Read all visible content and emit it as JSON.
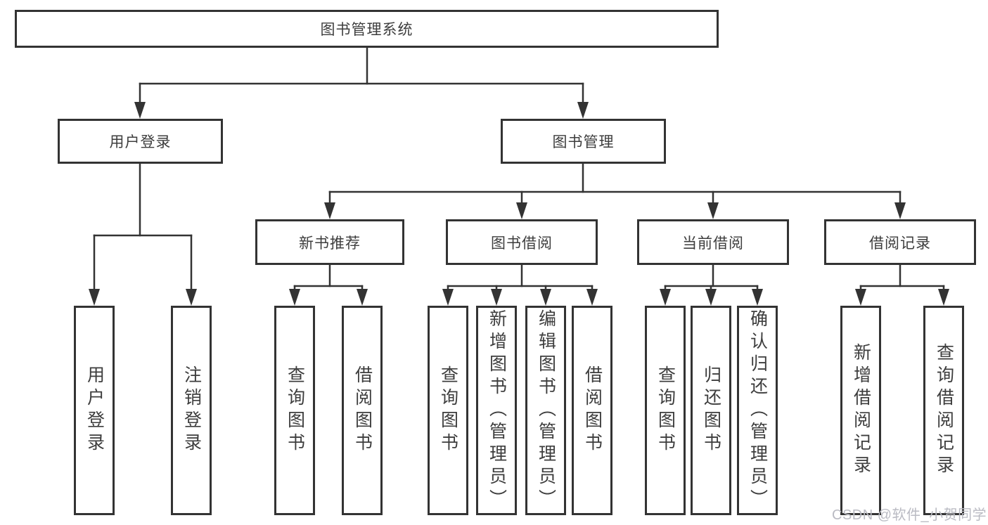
{
  "diagram": {
    "root": {
      "label": "图书管理系统"
    },
    "level2": [
      {
        "label": "用户登录"
      },
      {
        "label": "图书管理"
      }
    ],
    "level3": [
      {
        "label": "新书推荐"
      },
      {
        "label": "图书借阅"
      },
      {
        "label": "当前借阅"
      },
      {
        "label": "借阅记录"
      }
    ],
    "leaves": {
      "user_login": [
        {
          "label": "用户登录"
        },
        {
          "label": "注销登录"
        }
      ],
      "new_book": [
        {
          "label": "查询图书"
        },
        {
          "label": "借阅图书"
        }
      ],
      "book_borrow": [
        {
          "label": "查询图书"
        },
        {
          "label": "新增图书（管理员）"
        },
        {
          "label": "编辑图书（管理员）"
        },
        {
          "label": "借阅图书"
        }
      ],
      "current_borrow": [
        {
          "label": "查询图书"
        },
        {
          "label": "归还图书"
        },
        {
          "label": "确认归还（管理员）"
        }
      ],
      "borrow_records": [
        {
          "label": "新增借阅记录"
        },
        {
          "label": "查询借阅记录"
        }
      ]
    },
    "colors": {
      "line": "#333333",
      "border": "#333333",
      "text": "#3d3d3d",
      "background": "#ffffff",
      "watermark": "#babbc3"
    }
  },
  "watermark": {
    "text": "CSDN @软件_小贺同学"
  }
}
